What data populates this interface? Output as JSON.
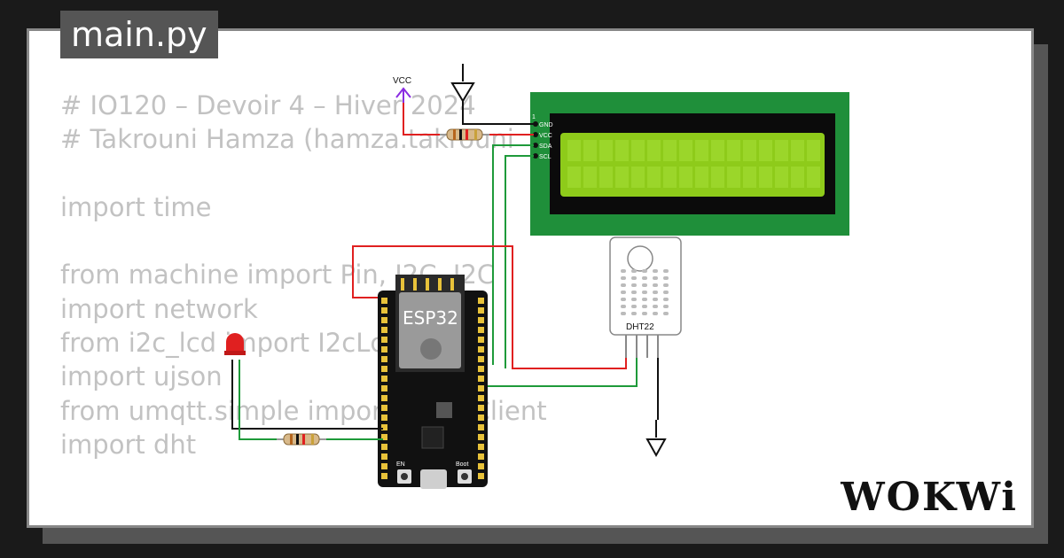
{
  "file_tab": {
    "label": "main.py"
  },
  "code_lines": [
    "# IO120 – Devoir 4 – Hiver 2024",
    "# Takrouni Hamza (hamza.takrouni",
    "",
    "import time",
    "",
    "from machine import Pin, I2C, I2C",
    "import network",
    "from i2c_lcd import I2cLcd",
    "import ujson",
    "from umqtt.simple import MQTTClient",
    "import dht"
  ],
  "components": {
    "vcc_label": "VCC",
    "lcd_pins": [
      "1",
      "GND",
      "VCC",
      "SDA",
      "SCL"
    ],
    "esp32_label": "ESP32",
    "dht_label": "DHT22",
    "board_buttons": [
      "EN",
      "Boot"
    ]
  },
  "brand": {
    "logo": "WOKWi"
  },
  "colors": {
    "background": "#1a1a1a",
    "card": "#ffffff",
    "wire_red": "#e02020",
    "wire_green": "#1e9a3a",
    "lcd_pcb": "#1f8f3a",
    "lcd_screen": "#8ecb1a",
    "esp_board": "#111111",
    "pin_gold": "#e8c23a",
    "vcc_purple": "#8a2be2"
  }
}
